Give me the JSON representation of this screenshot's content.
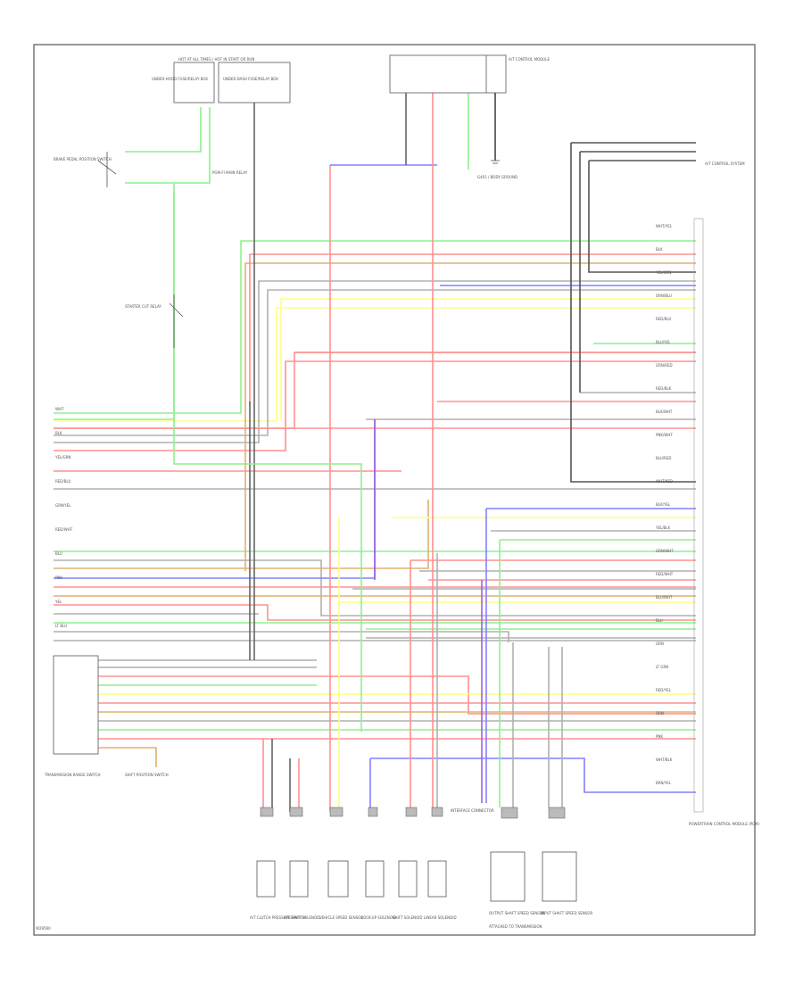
{
  "diagram": {
    "corner_code": "W29560",
    "components": {
      "top_left_fuse_box": "HOT AT ALL TIMES / HOT IN START OR RUN",
      "top_left_fuse_a": "UNDER-HOOD FUSE/RELAY BOX",
      "top_left_fuse_b": "UNDER-DASH FUSE/RELAY BOX",
      "pcm_relay": "PGM-FI MAIN RELAY",
      "brake_switch": "BRAKE PEDAL POSITION SWITCH",
      "starter_relay": "STARTER CUT RELAY",
      "ac_control": "A/T CONTROL MODULE",
      "top_right_label": "A/T CONTROL SYSTEM",
      "ignition_label": "G401 / BODY GROUND",
      "right_module": "POWERTRAIN CONTROL MODULE (PCM)",
      "left_switch": "TRANSMISSION RANGE SWITCH",
      "left_connector": "SHIFT POSITION SWITCH",
      "bottom_sensors": [
        "A/T CLUTCH PRESSURE SWITCH",
        "A/T SHIFT SOLENOID",
        "VEHICLE SPEED SENSOR",
        "LOCK-UP SOLENOID",
        "SHIFT SOLENOID",
        "LINEAR SOLENOID",
        "OUTPUT SHAFT SPEED SENSOR",
        "INPUT SHAFT SPEED SENSOR"
      ],
      "bottom_note": "ATTACHED TO TRANSMISSION",
      "middle_connector": "INTERFACE CONNECTOR"
    },
    "wire_labels": {
      "right_pins": [
        "WHT/YEL",
        "BLK",
        "YEL/GRN",
        "ORN/BLU",
        "RED/BLU",
        "BLU/YEL",
        "GRN/RED",
        "RED/BLK",
        "BLK/WHT",
        "PNK/WHT",
        "BLU/RED",
        "WHT/RED",
        "BLK/YEL",
        "YEL/BLK",
        "GRN/WHT",
        "RED/WHT",
        "BLU/WHT",
        "BLU",
        "GRN",
        "LT GRN",
        "RED/YEL",
        "ORN",
        "PNK",
        "WHT/BLK",
        "BRN/YEL"
      ],
      "left_pins": [
        "WHT",
        "BLK",
        "YEL/GRN",
        "RED/BLU",
        "GRN/YEL",
        "RED/WHT",
        "BLU",
        "PNK",
        "YEL",
        "LT BLU"
      ]
    },
    "colors": {
      "green": "#8ef08e",
      "red": "#ff9090",
      "blue": "#8080ff",
      "yellow": "#ffff80",
      "orange": "#e0b070",
      "gray": "#a0a0a0",
      "violet": "#a060e0",
      "dark": "#444444"
    }
  }
}
